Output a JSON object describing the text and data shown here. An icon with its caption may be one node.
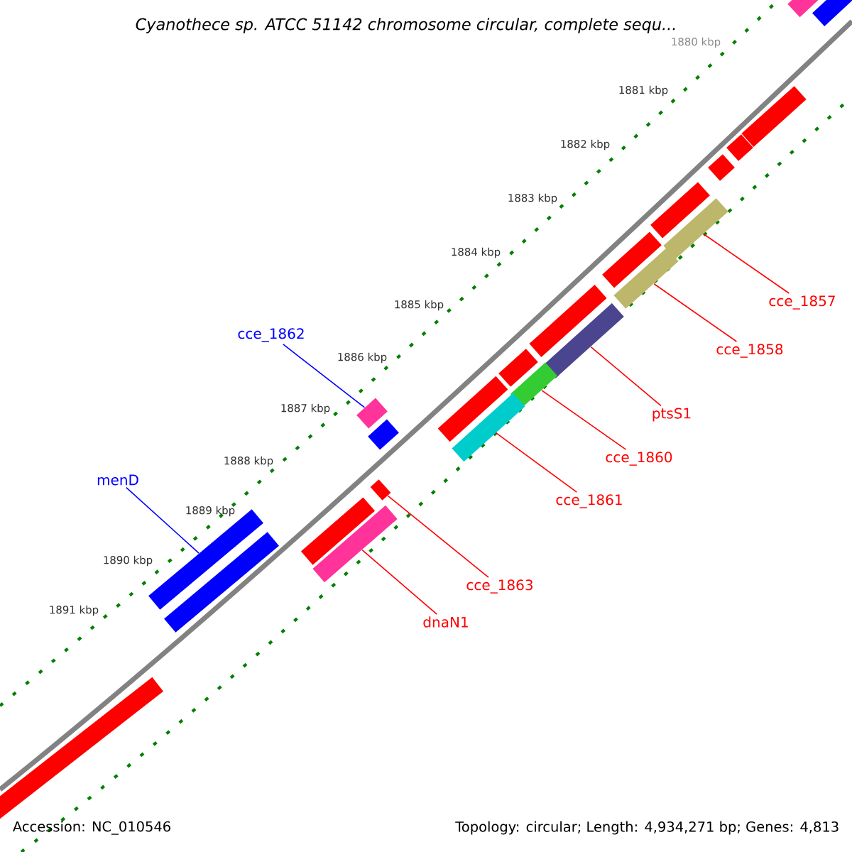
{
  "diagram": {
    "title": "Cyanothece sp. ATCC 51142 chromosome circular, complete sequ...",
    "nodes": [
      {
        "text": [
          "cce_1862"
        ]
      },
      {
        "text": [
          "menD"
        ]
      },
      {
        "text": [
          "cce_1857"
        ]
      },
      {
        "text": [
          "cce_1858"
        ]
      },
      {
        "text": [
          "ptsS1"
        ]
      },
      {
        "text": [
          "cce_1860"
        ]
      },
      {
        "text": [
          "cce_1861"
        ]
      },
      {
        "text": [
          "cce_1863"
        ]
      },
      {
        "text": [
          "dnaN1"
        ]
      },
      {
        "text": [],
        "shape": "bar"
      },
      {
        "text": [],
        "shape": "bar"
      },
      {
        "text": [],
        "shape": "bar"
      },
      {
        "text": [],
        "shape": "bar"
      },
      {
        "text": [],
        "shape": "bar"
      },
      {
        "text": [],
        "shape": "bar"
      },
      {
        "text": [],
        "shape": "bar"
      },
      {
        "text": [],
        "shape": "bar"
      },
      {
        "text": [],
        "shape": "bar"
      },
      {
        "text": [],
        "shape": "bar"
      },
      {
        "text": [],
        "shape": "bar"
      },
      {
        "text": [],
        "shape": "bar"
      },
      {
        "text": [],
        "shape": "bar"
      },
      {
        "text": [],
        "shape": "bar"
      },
      {
        "text": [],
        "shape": "bar"
      },
      {
        "text": [],
        "shape": "bar"
      },
      {
        "text": [],
        "shape": "bar"
      },
      {
        "text": [],
        "shape": "bar"
      },
      {
        "text": [],
        "shape": "bar"
      },
      {
        "text": [],
        "shape": "bar"
      },
      {
        "text": [],
        "shape": "bar"
      },
      {
        "text": [],
        "shape": "bar"
      },
      {
        "text": [],
        "shape": "bar"
      }
    ],
    "edges": [
      {
        "from": 0,
        "to": 24,
        "arrow": "none",
        "color": "#0000ff"
      },
      {
        "from": 1,
        "to": 29,
        "arrow": "none",
        "color": "#0000ff"
      },
      {
        "from": 2,
        "to": 15,
        "arrow": "none"
      },
      {
        "from": 3,
        "to": 17,
        "arrow": "none"
      },
      {
        "from": 4,
        "to": 19,
        "arrow": "none"
      },
      {
        "from": 5,
        "to": 21,
        "arrow": "none"
      },
      {
        "from": 6,
        "to": 23,
        "arrow": "none"
      },
      {
        "from": 7,
        "to": 26,
        "arrow": "none"
      },
      {
        "from": 8,
        "to": 28,
        "arrow": "none"
      }
    ],
    "labels": [
      "1880 kbp",
      "1881 kbp",
      "1882 kbp",
      "1883 kbp",
      "1884 kbp",
      "1885 kbp",
      "1886 kbp",
      "1887 kbp",
      "1888 kbp",
      "1889 kbp",
      "1890 kbp",
      "1891 kbp",
      "Accession: NC_010546",
      "Topology: circular; Length: 4,934,271 bp; Genes: 4,813"
    ]
  }
}
